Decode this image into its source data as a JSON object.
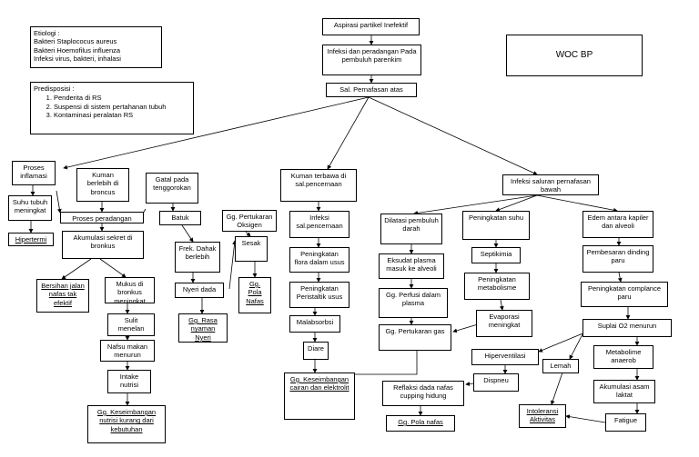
{
  "title": "WOC BP",
  "etiologi": {
    "heading": "Etiologi :",
    "lines": [
      "Bakteri Staplococus aureus",
      "Bakteri Hoemofilus influenza",
      "Infeksi virus, bakteri, inhalasi"
    ]
  },
  "predisposisi": {
    "heading": "Predisposisi :",
    "items": [
      "Penderita di RS",
      "Suspensi di sistem pertahanan tubuh",
      "Kontaminasi peralatan RS"
    ]
  },
  "nodes": {
    "aspirasi": "Aspirasi partikel Inefektif",
    "infeksi_peradangan": "Infeksi dan peradangan Pada pembuluh parenkim",
    "sal_pernafasan": "Sal. Pernafasan atas",
    "proses_inflamasi": "Proses inflamasi",
    "suhu_tubuh": "Suhu tubuh meningkat",
    "hipertermi": "Hipertermi",
    "kuman_berlebih": "Kuman berlebih di broncus",
    "proses_peradangan": "Proses peradangan",
    "akumulasi_sekret": "Akumulasi sekret di bronkus",
    "bersihan": "Bersihan jalan nafas tak efektif",
    "mukus": "Mukus di bronkus meningkat",
    "sulit_menelan": "Sulit menelan",
    "nafsu_makan": "Nafsu makan menurun",
    "intake_nutrisi": "Intake nutrisi",
    "gg_keseimbangan_nutrisi": "Gg. Keseimbangan nutrisi kurang dari kebutuhan",
    "gatal": "Gatal pada tenggorokan",
    "batuk": "Batuk",
    "frek_dahak": "Frek. Dahak berlebih",
    "nyeri_dada": "Nyeri dada",
    "gg_rasa_nyaman": "Gg. Rasa nyaman Nyeri",
    "gg_pertukaran_oksigen": "Gg. Pertukaran Oksigen",
    "sesak": "Sesak",
    "gg_pola_nafas_a": "Gg. Pola Nafas",
    "kuman_terbawa": "Kuman terbawa di sal.pencernaan",
    "infeksi_pencernaan": "Infeksi sal.pencernaan",
    "peningkatan_flora": "Peningkatan flora dalam usus",
    "peningkatan_peristaltik": "Peningkatan Peristaltik usus",
    "malabsorbsi": "Malabsorbsi",
    "diare": "Diare",
    "gg_keseimbangan_cairan": "Gg. Keseimbangan cairan dan elektrolit",
    "infeksi_saluran": "Infeksi saluran pernafasan bawah",
    "dilatasi": "Dilatasi pembuluh darah",
    "eksudat": "Eksudat plasma masuk ke alveoli",
    "gg_perfusi": "Gg. Perfusi dalam plasma",
    "gg_pertukaran_gas": "Gg. Pertukaran gas",
    "peningkatan_suhu": "Peningkatan suhu",
    "septikimia": "Septikimia",
    "peningkatan_metabolisme": "Peningkatan metabolisme",
    "evaporasi": "Evaporasi meningkat",
    "hiperventilasi": "Hiperventilasi",
    "dispneu": "Dispneu",
    "refleksi": "Reflaksi dada nafas cupping hidung",
    "gg_pola_nafas_b": "Gg. Pola nafas",
    "edem": "Edem antara kapiler dan alveoli",
    "pembesaran": "Pembesaran dinding paru",
    "peningkatan_compliance": "Peningkatan complance paru",
    "suplai_o2": "Suplai O2 menurun",
    "metabolisme_anaerob": "Metabolime anaerob",
    "akumulasi_laktat": "Akumulasi asam laktat",
    "lemah": "Lemah",
    "fatigue": "Fatigue",
    "intoleransi": "Intoleransi Aktivitas"
  }
}
